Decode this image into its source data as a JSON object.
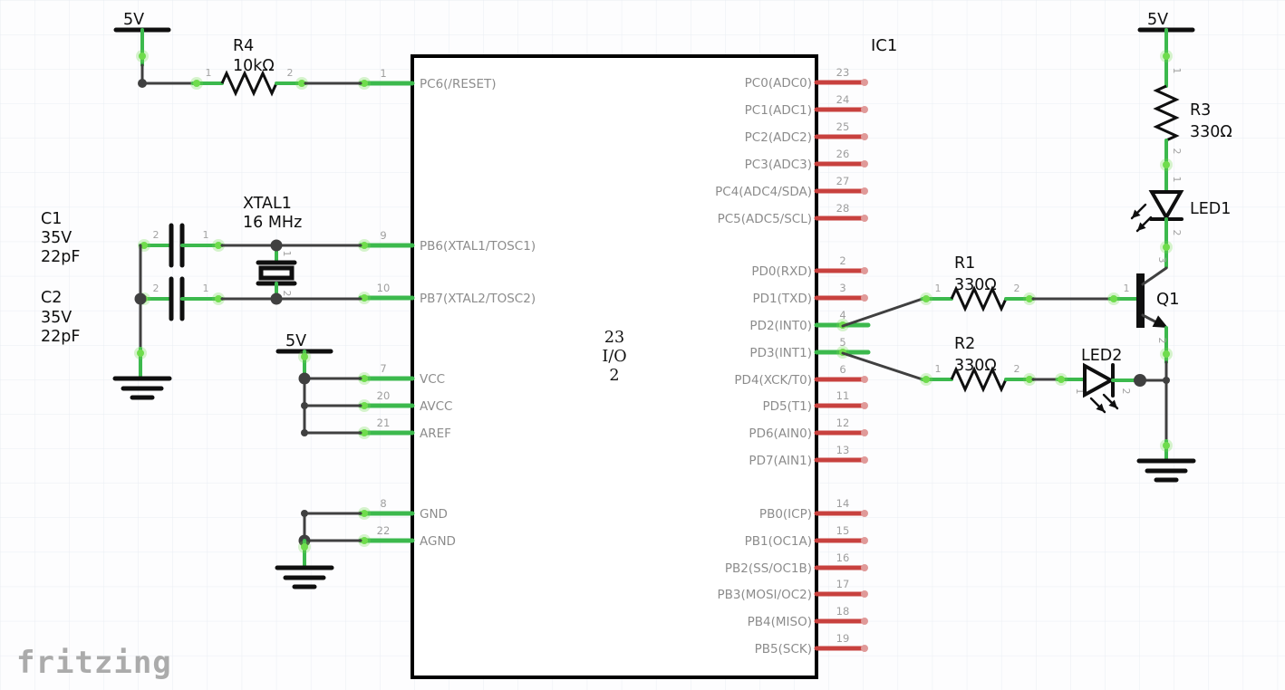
{
  "watermark": "fritzing",
  "colors": {
    "wire_green": "#3cb94d",
    "endpoint_green": "#6fdc4c",
    "wire_dark": "#404040",
    "pin_red": "#c8413e",
    "pin_red_tip": "#e09a99",
    "label_gray": "#8c8c8c",
    "pin_number_gray": "#9e9e9e",
    "component_black": "#0f0f0f",
    "watermark_gray": "#ababab",
    "grid": "#e9edf3"
  },
  "power": {
    "top_left": "5V",
    "mid": "5V",
    "top_right": "5V"
  },
  "ic": {
    "ref": "IC1",
    "center_lines": [
      "23",
      "I/O",
      "2"
    ],
    "left_pins": [
      {
        "num": "1",
        "label": "PC6(/RESET)"
      },
      {
        "num": "9",
        "label": "PB6(XTAL1/TOSC1)"
      },
      {
        "num": "10",
        "label": "PB7(XTAL2/TOSC2)"
      },
      {
        "num": "7",
        "label": "VCC"
      },
      {
        "num": "20",
        "label": "AVCC"
      },
      {
        "num": "21",
        "label": "AREF"
      },
      {
        "num": "8",
        "label": "GND"
      },
      {
        "num": "22",
        "label": "AGND"
      }
    ],
    "right_pins": [
      {
        "num": "23",
        "label": "PC0(ADC0)",
        "connected": false
      },
      {
        "num": "24",
        "label": "PC1(ADC1)",
        "connected": false
      },
      {
        "num": "25",
        "label": "PC2(ADC2)",
        "connected": false
      },
      {
        "num": "26",
        "label": "PC3(ADC3)",
        "connected": false
      },
      {
        "num": "27",
        "label": "PC4(ADC4/SDA)",
        "connected": false
      },
      {
        "num": "28",
        "label": "PC5(ADC5/SCL)",
        "connected": false
      },
      {
        "num": "2",
        "label": "PD0(RXD)",
        "connected": false
      },
      {
        "num": "3",
        "label": "PD1(TXD)",
        "connected": false
      },
      {
        "num": "4",
        "label": "PD2(INT0)",
        "connected": true
      },
      {
        "num": "5",
        "label": "PD3(INT1)",
        "connected": true
      },
      {
        "num": "6",
        "label": "PD4(XCK/T0)",
        "connected": false
      },
      {
        "num": "11",
        "label": "PD5(T1)",
        "connected": false
      },
      {
        "num": "12",
        "label": "PD6(AIN0)",
        "connected": false
      },
      {
        "num": "13",
        "label": "PD7(AIN1)",
        "connected": false
      },
      {
        "num": "14",
        "label": "PB0(ICP)",
        "connected": false
      },
      {
        "num": "15",
        "label": "PB1(OC1A)",
        "connected": false
      },
      {
        "num": "16",
        "label": "PB2(SS/OC1B)",
        "connected": false
      },
      {
        "num": "17",
        "label": "PB3(MOSI/OC2)",
        "connected": false
      },
      {
        "num": "18",
        "label": "PB4(MISO)",
        "connected": false
      },
      {
        "num": "19",
        "label": "PB5(SCK)",
        "connected": false
      }
    ]
  },
  "components": {
    "R4": {
      "ref": "R4",
      "value": "10kΩ",
      "pins": [
        "1",
        "2"
      ]
    },
    "R1": {
      "ref": "R1",
      "value": "330Ω",
      "pins": [
        "1",
        "2"
      ]
    },
    "R2": {
      "ref": "R2",
      "value": "330Ω",
      "pins": [
        "1",
        "2"
      ]
    },
    "R3": {
      "ref": "R3",
      "value": "330Ω",
      "pins": [
        "1",
        "2"
      ]
    },
    "C1": {
      "lines": [
        "C1",
        "35V",
        "22pF"
      ],
      "pins": [
        "2",
        "1"
      ]
    },
    "C2": {
      "lines": [
        "C2",
        "35V",
        "22pF"
      ],
      "pins": [
        "2",
        "1"
      ]
    },
    "XTAL1": {
      "ref": "XTAL1",
      "value": "16 MHz",
      "pins": [
        "1",
        "2"
      ]
    },
    "LED1": {
      "ref": "LED1",
      "pins": [
        "1",
        "2"
      ]
    },
    "LED2": {
      "ref": "LED2",
      "pins": [
        "1",
        "2"
      ]
    },
    "Q1": {
      "ref": "Q1",
      "pins": [
        "1",
        "2",
        "3"
      ]
    }
  }
}
